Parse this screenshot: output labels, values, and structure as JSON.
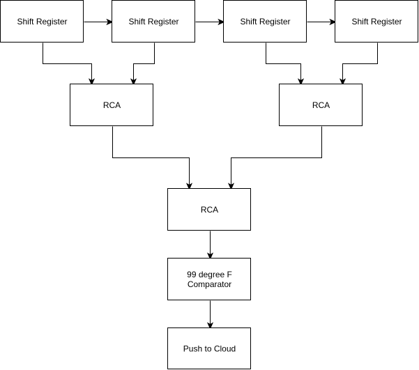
{
  "diagram": {
    "nodes": [
      {
        "id": "sr1",
        "lines": [
          "Shift Register"
        ]
      },
      {
        "id": "sr2",
        "lines": [
          "Shift Register"
        ]
      },
      {
        "id": "sr3",
        "lines": [
          "Shift Register"
        ]
      },
      {
        "id": "sr4",
        "lines": [
          "Shift Register"
        ]
      },
      {
        "id": "rca1",
        "lines": [
          "RCA"
        ]
      },
      {
        "id": "rca2",
        "lines": [
          "RCA"
        ]
      },
      {
        "id": "rca3",
        "lines": [
          "RCA"
        ]
      },
      {
        "id": "comparator",
        "lines": [
          "99 degree F",
          "Comparator"
        ]
      },
      {
        "id": "push",
        "lines": [
          "Push to Cloud"
        ]
      }
    ],
    "edges": [
      {
        "from": "sr1",
        "to": "sr2"
      },
      {
        "from": "sr2",
        "to": "sr3"
      },
      {
        "from": "sr3",
        "to": "sr4"
      },
      {
        "from": "sr1",
        "to": "rca1"
      },
      {
        "from": "sr2",
        "to": "rca1"
      },
      {
        "from": "sr3",
        "to": "rca2"
      },
      {
        "from": "sr4",
        "to": "rca2"
      },
      {
        "from": "rca1",
        "to": "rca3"
      },
      {
        "from": "rca2",
        "to": "rca3"
      },
      {
        "from": "rca3",
        "to": "comparator"
      },
      {
        "from": "comparator",
        "to": "push"
      }
    ]
  }
}
